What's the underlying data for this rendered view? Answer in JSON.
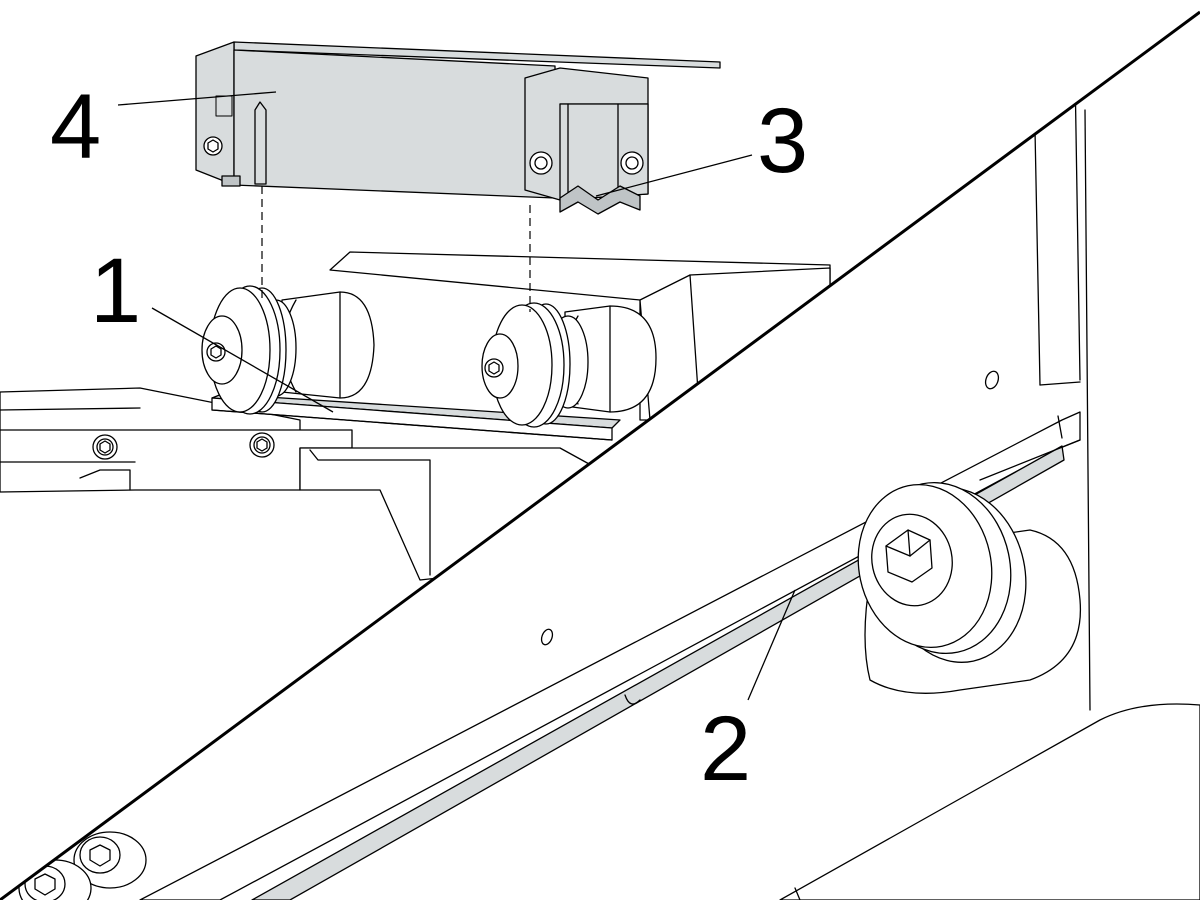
{
  "callouts": [
    {
      "id": "1",
      "label": "1"
    },
    {
      "id": "2",
      "label": "2"
    },
    {
      "id": "3",
      "label": "3"
    },
    {
      "id": "4",
      "label": "4"
    }
  ],
  "colors": {
    "line": "#000000",
    "part_fill": "#d8dcdd",
    "part_shade": "#bfc4c6",
    "strip_fill": "#c4c8c9",
    "background": "#ffffff"
  }
}
